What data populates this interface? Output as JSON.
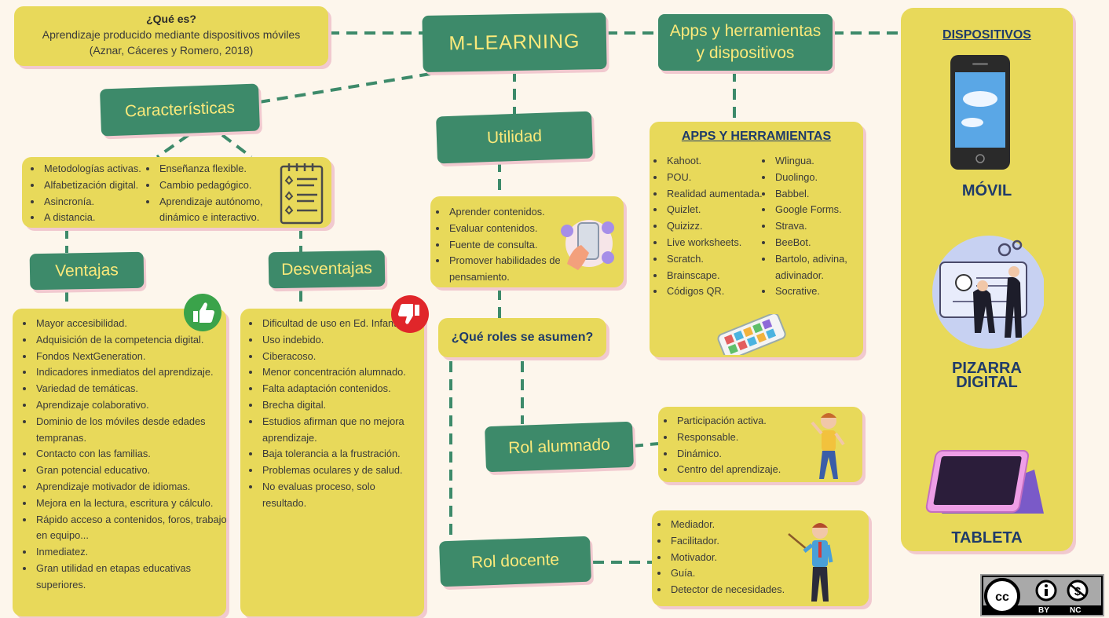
{
  "que_es": {
    "title": "¿Qué es?",
    "line1": "Aprendizaje producido mediante dispositivos móviles",
    "line2": "(Aznar, Cáceres y Romero, 2018)"
  },
  "main_title": "M-LEARNING",
  "apps_pill": {
    "line1": "Apps y herramientas",
    "line2": "y dispositivos"
  },
  "caracteristicas": {
    "label": "Características",
    "col1": [
      "Metodologías activas.",
      "Alfabetización digital.",
      "Asincronía.",
      "A distancia."
    ],
    "col2": [
      "Enseñanza flexible.",
      "Cambio pedagógico.",
      "Aprendizaje autónomo, dinámico e interactivo."
    ]
  },
  "utilidad": {
    "label": "Utilidad",
    "items": [
      "Aprender contenidos.",
      "Evaluar contenidos.",
      "Fuente de consulta.",
      "Promover habilidades de pensamiento."
    ]
  },
  "apps": {
    "title": "APPS Y HERRAMIENTAS",
    "col1": [
      "Kahoot.",
      "POU.",
      "Realidad aumentada.",
      "Quizlet.",
      "Quizizz.",
      "Live worksheets.",
      "Scratch.",
      "Brainscape.",
      "Códigos QR."
    ],
    "col2": [
      "Wlingua.",
      "Duolingo.",
      "Babbel.",
      "Google Forms.",
      "Strava.",
      "BeeBot.",
      "Bartolo, adivina, adivinador.",
      "Socrative."
    ]
  },
  "dispositivos": {
    "title": "DISPOSITIVOS",
    "movil": "MÓVIL",
    "pizarra_l1": "PIZARRA",
    "pizarra_l2": "DIGITAL",
    "tableta": "TABLETA"
  },
  "ventajas": {
    "label": "Ventajas",
    "items": [
      "Mayor accesibilidad.",
      "Adquisición de la competencia digital.",
      "Fondos NextGeneration.",
      "Indicadores inmediatos del aprendizaje.",
      "Variedad de temáticas.",
      "Aprendizaje colaborativo.",
      "Dominio de los móviles desde edades tempranas.",
      "Contacto con las familias.",
      "Gran potencial educativo.",
      "Aprendizaje motivador de idiomas.",
      "Mejora en la lectura, escritura y cálculo.",
      "Rápido acceso a contenidos, foros, trabajo en equipo...",
      "Inmediatez.",
      "Gran utilidad en etapas educativas superiores."
    ]
  },
  "desventajas": {
    "label": "Desventajas",
    "items": [
      "Dificultad de uso en Ed. Infantil.",
      "Uso indebido.",
      "Ciberacoso.",
      "Menor concentración alumnado.",
      "Falta adaptación contenidos.",
      "Brecha digital.",
      "Estudios afirman que no mejora aprendizaje.",
      "Baja tolerancia a la frustración.",
      "Problemas oculares y de salud.",
      "No evaluas proceso, solo resultado."
    ]
  },
  "roles": {
    "question": "¿Qué roles se asumen?"
  },
  "rol_alumnado": {
    "label": "Rol alumnado",
    "items": [
      "Participación activa.",
      "Responsable.",
      "Dinámico.",
      "Centro del aprendizaje."
    ]
  },
  "rol_docente": {
    "label": "Rol docente",
    "items": [
      "Mediador.",
      "Facilitador.",
      "Motivador.",
      "Guía.",
      "Detector de necesidades."
    ]
  },
  "license": {
    "by": "BY",
    "nc": "NC"
  },
  "icons": [
    "thumbs-up-icon",
    "thumbs-down-icon",
    "checklist-icon",
    "phone-hand-icon",
    "tablet-apps-icon",
    "mobile-phone-icon",
    "digital-board-icon",
    "tablet-icon",
    "student-figure-icon",
    "teacher-figure-icon",
    "cc-license-icon"
  ],
  "colors": {
    "background": "#fdf6ec",
    "box_yellow": "#e8d95a",
    "pill_green": "#3d8a6a",
    "pill_text": "#fbe97a",
    "heading_blue": "#1f3b6a",
    "shadow_pink": "#f1c9cf",
    "positive": "#3aa34a",
    "negative": "#e0262a"
  }
}
